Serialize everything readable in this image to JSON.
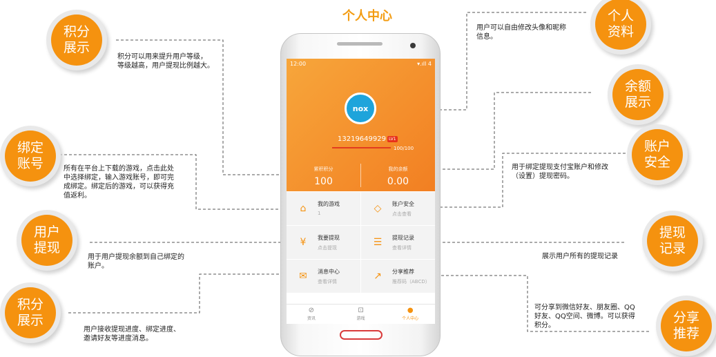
{
  "title": "个人中心",
  "bubbles": {
    "points_top": "积分展示",
    "bind": "绑定账号",
    "withdraw": "用户提现",
    "points_bottom": "积分展示",
    "profile": "个人资料",
    "balance": "余额展示",
    "security": "账户安全",
    "records": "提现记录",
    "share": "分享推荐"
  },
  "notes": {
    "points_top": [
      "积分可以用来提升用户等级，",
      "等级越高，用户提现比例越大。"
    ],
    "bind": [
      "所有在平台上下载的游戏，点击此处",
      "中选择绑定，输入游戏账号，即可完",
      "成绑定。绑定后的游戏，可以获得充",
      "值返利。"
    ],
    "withdraw": [
      "用于用户提现余额到自己绑定的",
      "账户。"
    ],
    "points_bottom": [
      "用户接收提现进度、绑定进度、",
      "邀请好友等进度消息。"
    ],
    "profile": [
      "用户可以自由修改头像和昵称",
      "信息。"
    ],
    "security": [
      "用于绑定提现支付宝账户和修改",
      "（设置）提现密码。"
    ],
    "records": [
      "展示用户所有的提现记录"
    ],
    "share": [
      "可分享到微信好友、朋友圈、QQ",
      "好友、QQ空间、微博。可以获得",
      "积分。"
    ]
  },
  "phone": {
    "status_time": "12:00",
    "status_right": "▾.ıll 4",
    "avatar_text": "nox",
    "user_phone": "13219649929",
    "level": "LV1",
    "exp": "100/100",
    "stats": [
      {
        "label": "累积积分",
        "value": "100"
      },
      {
        "label": "我的余额",
        "value": "0.00"
      }
    ],
    "grid": [
      {
        "title": "我的游戏",
        "sub": "1",
        "icon": "gamepad-icon",
        "glyph": "⌂"
      },
      {
        "title": "账户安全",
        "sub": "点击查看",
        "icon": "diamond-icon",
        "glyph": "◇"
      },
      {
        "title": "我要提现",
        "sub": "点击提现",
        "icon": "piggy-icon",
        "glyph": "¥"
      },
      {
        "title": "提现记录",
        "sub": "查看详情",
        "icon": "document-icon",
        "glyph": "☰"
      },
      {
        "title": "消息中心",
        "sub": "查看详情",
        "icon": "message-icon",
        "glyph": "✉"
      },
      {
        "title": "分享推荐",
        "sub": "推荐码（ABCD）",
        "icon": "share-icon",
        "glyph": "↗"
      }
    ],
    "tabs": [
      {
        "label": "资讯",
        "icon": "compass-icon",
        "glyph": "⊘"
      },
      {
        "label": "游戏",
        "icon": "controller-icon",
        "glyph": "⊡"
      },
      {
        "label": "个人中心",
        "icon": "person-icon",
        "glyph": "●"
      }
    ]
  },
  "colors": {
    "accent": "#f5920f",
    "bar": "#e23b1f",
    "avatar": "#1ea4db"
  }
}
